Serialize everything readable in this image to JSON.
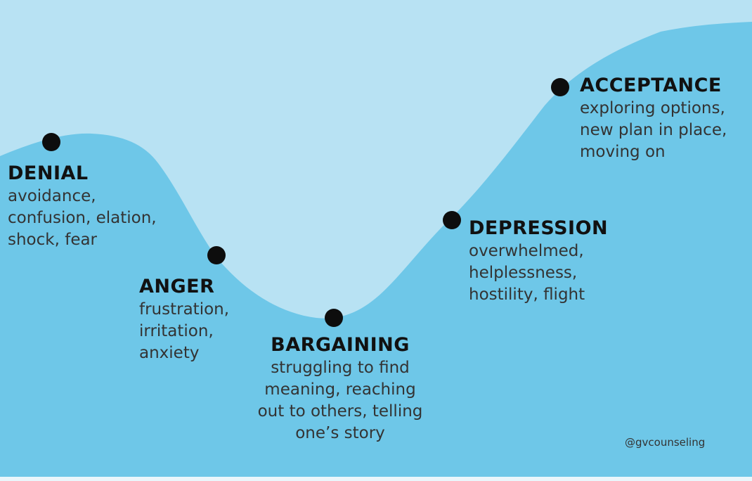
{
  "colors": {
    "sky": "#b8e2f3",
    "hill": "#6ec7e8",
    "dot": "#0d0d0d",
    "text": "#333333",
    "title": "#111111"
  },
  "stages": [
    {
      "id": "denial",
      "title": "DENIAL",
      "description": "avoidance,\nconfusion, elation,\nshock, fear"
    },
    {
      "id": "anger",
      "title": "ANGER",
      "description": "frustration,\nirritation,\nanxiety"
    },
    {
      "id": "bargaining",
      "title": "BARGAINING",
      "description": "struggling to find\nmeaning, reaching\nout to others, telling\none’s story"
    },
    {
      "id": "depression",
      "title": "DEPRESSION",
      "description": "overwhelmed,\nhelplessness,\nhostility, flight"
    },
    {
      "id": "acceptance",
      "title": "ACCEPTANCE",
      "description": "exploring options,\nnew plan in place,\nmoving on"
    }
  ],
  "credit": "@gvcounseling"
}
